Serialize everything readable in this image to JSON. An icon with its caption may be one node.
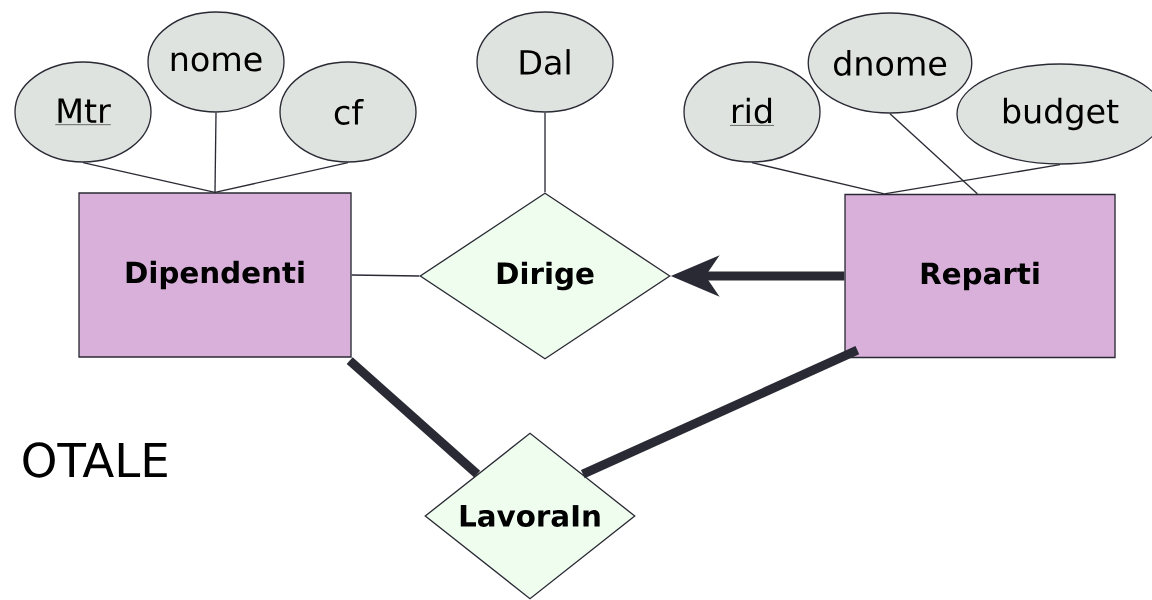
{
  "diagram": {
    "nodes": [
      {
        "text": [
          "Mtr"
        ]
      },
      {
        "text": [
          "nome"
        ]
      },
      {
        "text": [
          "cf"
        ]
      },
      {
        "text": [
          "Dal"
        ]
      },
      {
        "text": [
          "rid"
        ]
      },
      {
        "text": [
          "dnome"
        ]
      },
      {
        "text": [
          "budget"
        ]
      },
      {
        "text": [
          "Dipendenti"
        ]
      },
      {
        "text": [
          "Dirige"
        ]
      },
      {
        "text": [
          "Reparti"
        ]
      },
      {
        "text": [
          "LavoraIn"
        ]
      }
    ],
    "edges": [
      {
        "from": 0,
        "to": 7,
        "arrow": "none"
      },
      {
        "from": 1,
        "to": 7,
        "arrow": "none"
      },
      {
        "from": 2,
        "to": 7,
        "arrow": "none"
      },
      {
        "from": 3,
        "to": 8,
        "arrow": "none"
      },
      {
        "from": 4,
        "to": 9,
        "arrow": "none"
      },
      {
        "from": 5,
        "to": 9,
        "arrow": "none"
      },
      {
        "from": 6,
        "to": 9,
        "arrow": "none"
      },
      {
        "from": 7,
        "to": 8,
        "arrow": "none"
      },
      {
        "from": 9,
        "to": 8,
        "arrow": "to",
        "style": "thick"
      },
      {
        "from": 7,
        "to": 10,
        "arrow": "none",
        "style": "thick"
      },
      {
        "from": 9,
        "to": 10,
        "arrow": "none",
        "style": "thick"
      }
    ],
    "labels": [
      "OTALE"
    ]
  }
}
